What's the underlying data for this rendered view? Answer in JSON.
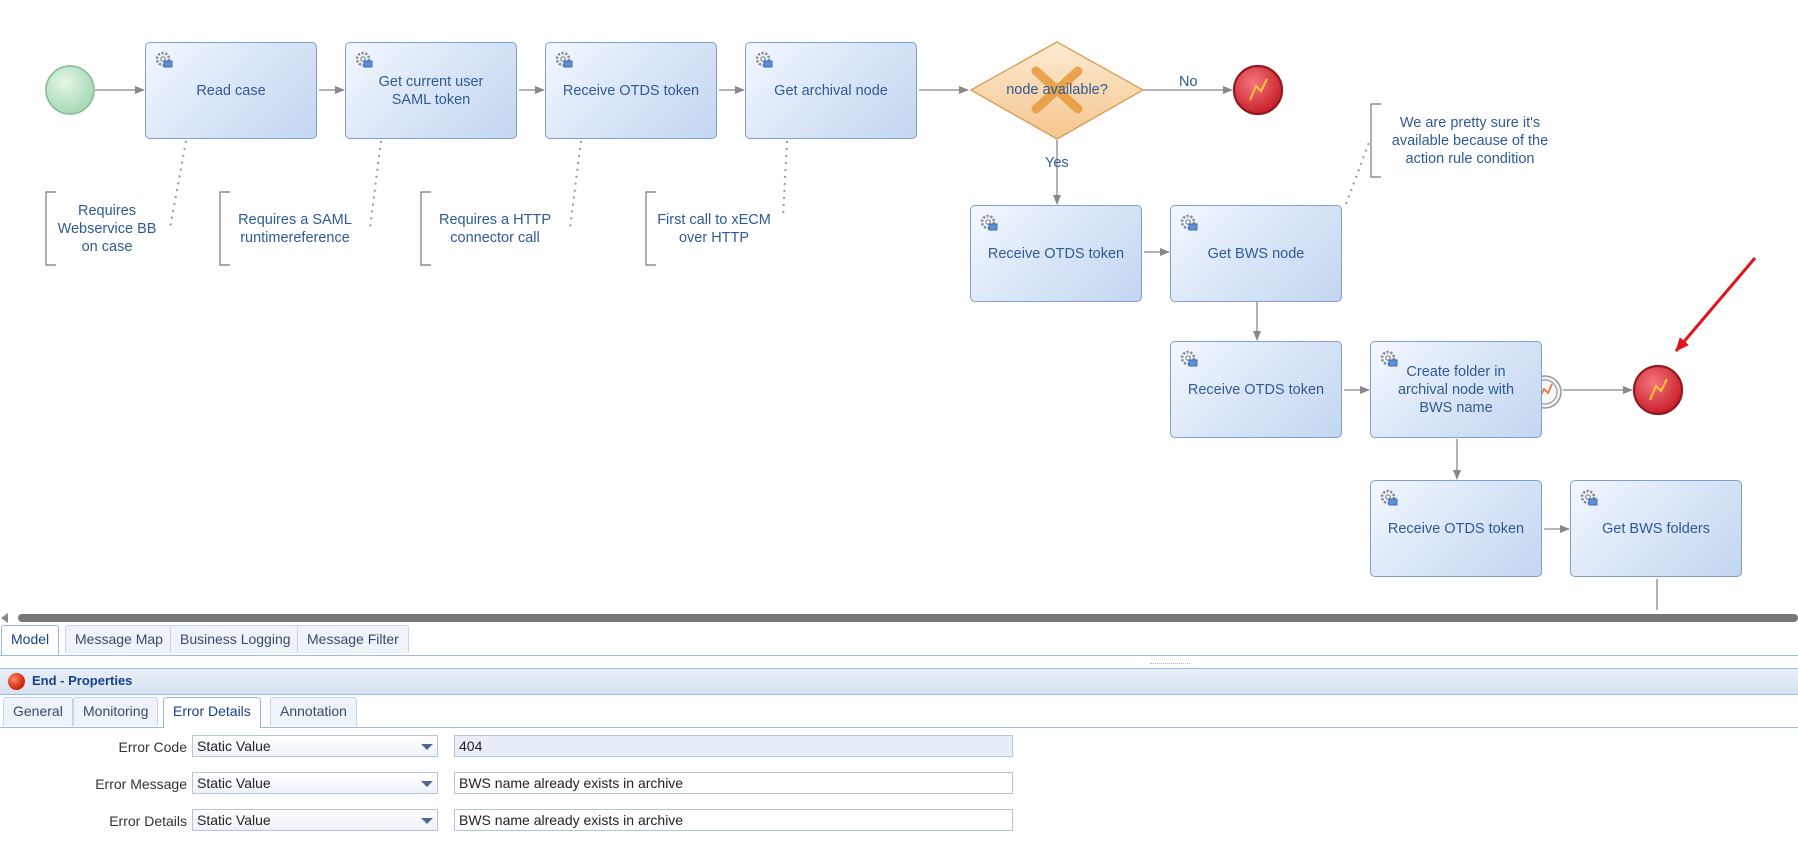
{
  "diagram": {
    "tasks": {
      "read_case": "Read case",
      "get_saml": "Get current user SAML token",
      "receive_otds_1": "Receive OTDS token",
      "get_archival": "Get archival node",
      "receive_otds_2": "Receive OTDS token",
      "get_bws_node": "Get BWS node",
      "receive_otds_3": "Receive OTDS token",
      "create_folder": "Create folder in archival node with BWS name",
      "receive_otds_4": "Receive OTDS token",
      "get_bws_folders": "Get BWS folders"
    },
    "gateway": {
      "label": "node available?"
    },
    "flow_labels": {
      "no": "No",
      "yes": "Yes"
    },
    "annotations": {
      "webservice": "Requires Webservice BB on case",
      "saml": "Requires a SAML runtimereference",
      "http": "Requires a HTTP connector call",
      "xecm": "First call to xECM over HTTP",
      "available": "We are pretty sure it's available because of the action rule condition"
    },
    "colors": {
      "task_text": "#2f5b95",
      "arrow_red": "#e0141a",
      "end_event": "#d9303a",
      "start_event": "#b8e3c4"
    }
  },
  "bottom_tabs": [
    {
      "label": "Model",
      "active": true
    },
    {
      "label": "Message Map",
      "active": false
    },
    {
      "label": "Business Logging",
      "active": false
    },
    {
      "label": "Message Filter",
      "active": false
    }
  ],
  "properties": {
    "title": "End - Properties",
    "tabs": [
      {
        "label": "General",
        "active": false
      },
      {
        "label": "Monitoring",
        "active": false
      },
      {
        "label": "Error Details",
        "active": true
      },
      {
        "label": "Annotation",
        "active": false
      }
    ],
    "fields": [
      {
        "label": "Error Code",
        "type": "Static Value",
        "value": "404"
      },
      {
        "label": "Error Message",
        "type": "Static Value",
        "value": "BWS name already exists in archive"
      },
      {
        "label": "Error Details",
        "type": "Static Value",
        "value": "BWS name already exists in archive"
      }
    ]
  }
}
